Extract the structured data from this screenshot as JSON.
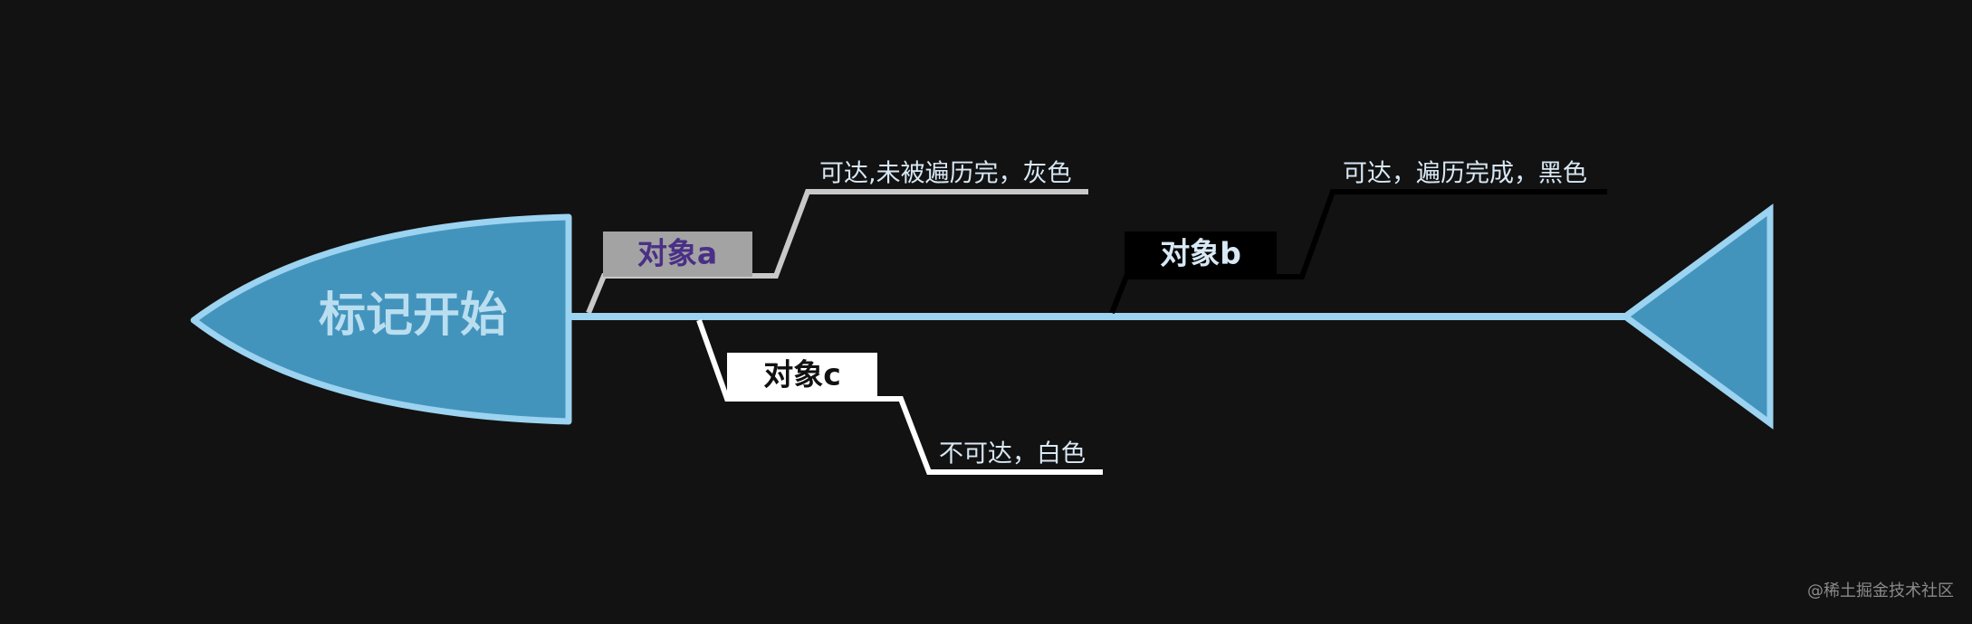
{
  "colors": {
    "background": "#121212",
    "head_fill": "#4394bd",
    "outline": "#9bd3f0",
    "spine": "#9bd3f0",
    "head_text": "#b9def0",
    "grey_node_fill": "#a3a3a3",
    "grey_node_text": "#4a2f86",
    "black_node_fill": "#000000",
    "black_node_text": "#d8e8f5",
    "white_node_fill": "#ffffff",
    "white_node_text": "#111111",
    "note_text": "#d8e8f5",
    "watermark_text": "#8a8a8a"
  },
  "diagram": {
    "head": {
      "label": "标记开始"
    },
    "nodes": [
      {
        "id": "a",
        "label": "对象a",
        "note": "可达,未被遍历完，灰色",
        "fill": "#a3a3a3",
        "text_color": "#4a2f86",
        "branch": "up"
      },
      {
        "id": "b",
        "label": "对象b",
        "note": "可达，遍历完成，黑色",
        "fill": "#000000",
        "text_color": "#d8e8f5",
        "branch": "up"
      },
      {
        "id": "c",
        "label": "对象c",
        "note": "不可达，白色",
        "fill": "#ffffff",
        "text_color": "#111111",
        "branch": "down"
      }
    ]
  },
  "watermark": "@稀土掘金技术社区"
}
